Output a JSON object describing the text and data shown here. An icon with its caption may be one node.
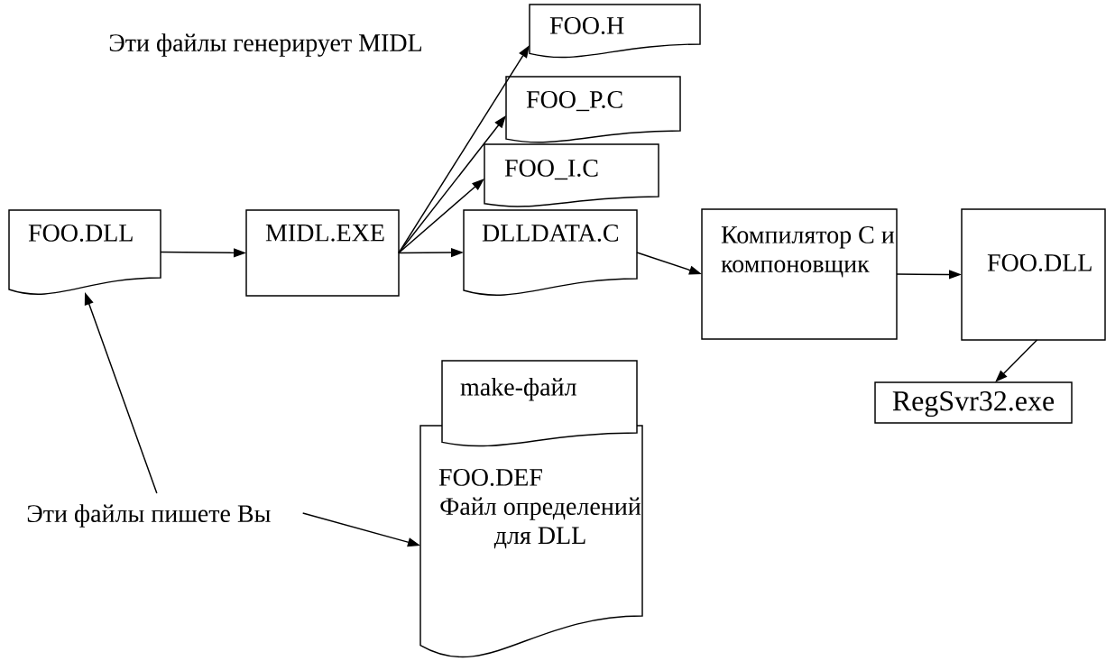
{
  "diagram": {
    "nodes": [
      {
        "text": [
          "FOO.H"
        ]
      },
      {
        "text": [
          "FOO_P.C"
        ]
      },
      {
        "text": [
          "FOO_I.C"
        ]
      },
      {
        "text": [
          "FOO.DLL"
        ]
      },
      {
        "text": [
          "MIDL.EXE"
        ]
      },
      {
        "text": [
          "DLLDATA.C"
        ]
      },
      {
        "text": [
          "Компилятор C и компоновщик"
        ]
      },
      {
        "text": [
          "FOO.DLL"
        ]
      },
      {
        "text": [
          "RegSvr32.exe"
        ]
      },
      {
        "text": [
          "make-файл"
        ]
      },
      {
        "text": [
          "FOO.DEF",
          "Файл определений для DLL"
        ]
      },
      {
        "text": [
          "Эти файлы пишете Вы"
        ]
      }
    ],
    "edges": [
      {
        "from": 3,
        "to": 4,
        "arrow": "to"
      },
      {
        "from": 4,
        "to": 0,
        "arrow": "to"
      },
      {
        "from": 4,
        "to": 1,
        "arrow": "to"
      },
      {
        "from": 4,
        "to": 2,
        "arrow": "to"
      },
      {
        "from": 4,
        "to": 5,
        "arrow": "to"
      },
      {
        "from": 5,
        "to": 6,
        "arrow": "to"
      },
      {
        "from": 6,
        "to": 7,
        "arrow": "to"
      },
      {
        "from": 7,
        "to": 8,
        "arrow": "to"
      },
      {
        "from": 11,
        "to": 3,
        "arrow": "to"
      },
      {
        "from": 11,
        "to": 10,
        "arrow": "to"
      }
    ],
    "labels": [
      "Эти файлы генерирует MIDL"
    ]
  }
}
